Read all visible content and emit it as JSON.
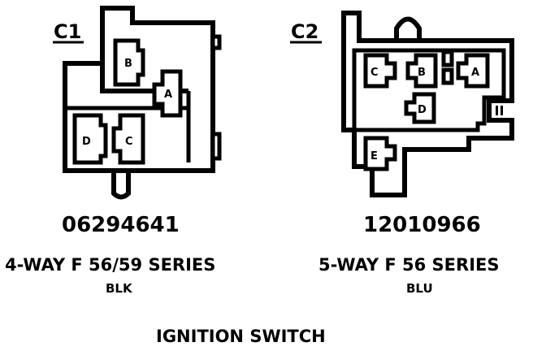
{
  "connectors": [
    {
      "label": "C1",
      "part_number": "06294641",
      "series": "4-WAY F 56/59 SERIES",
      "color": "BLK",
      "pins": [
        "A",
        "B",
        "C",
        "D"
      ]
    },
    {
      "label": "C2",
      "part_number": "12010966",
      "series": "5-WAY F 56 SERIES",
      "color": "BLU",
      "pins": [
        "A",
        "B",
        "C",
        "D",
        "E"
      ]
    }
  ],
  "title": "IGNITION SWITCH"
}
